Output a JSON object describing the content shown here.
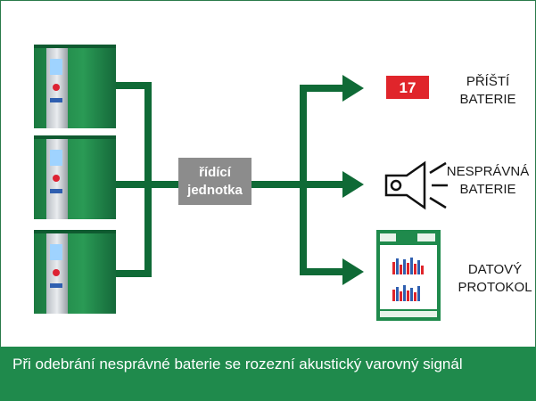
{
  "colors": {
    "arrow": "#0f6a36",
    "caption_bg": "#1f8a4c",
    "cabinet_green": "#1e8a48",
    "control_box": "#8c8c8c",
    "badge_red": "#e0252b"
  },
  "control_unit": {
    "line1": "řídící",
    "line2": "jednotka"
  },
  "badge": {
    "number": "17"
  },
  "outputs": [
    {
      "line1": "PŘÍŠTÍ",
      "line2": "BATERIE",
      "icon": "badge-17-icon"
    },
    {
      "line1": "NESPRÁVNÁ",
      "line2": "BATERIE",
      "icon": "horn-icon"
    },
    {
      "line1": "DATOVÝ",
      "line2": "PROTOKOL",
      "icon": "data-sheet-icon"
    }
  ],
  "chargers": [
    {
      "icon": "battery-charger-icon"
    },
    {
      "icon": "battery-charger-icon"
    },
    {
      "icon": "battery-charger-icon"
    }
  ],
  "caption": "Při odebrání nesprávné baterie se rozezní akustický varovný signál"
}
